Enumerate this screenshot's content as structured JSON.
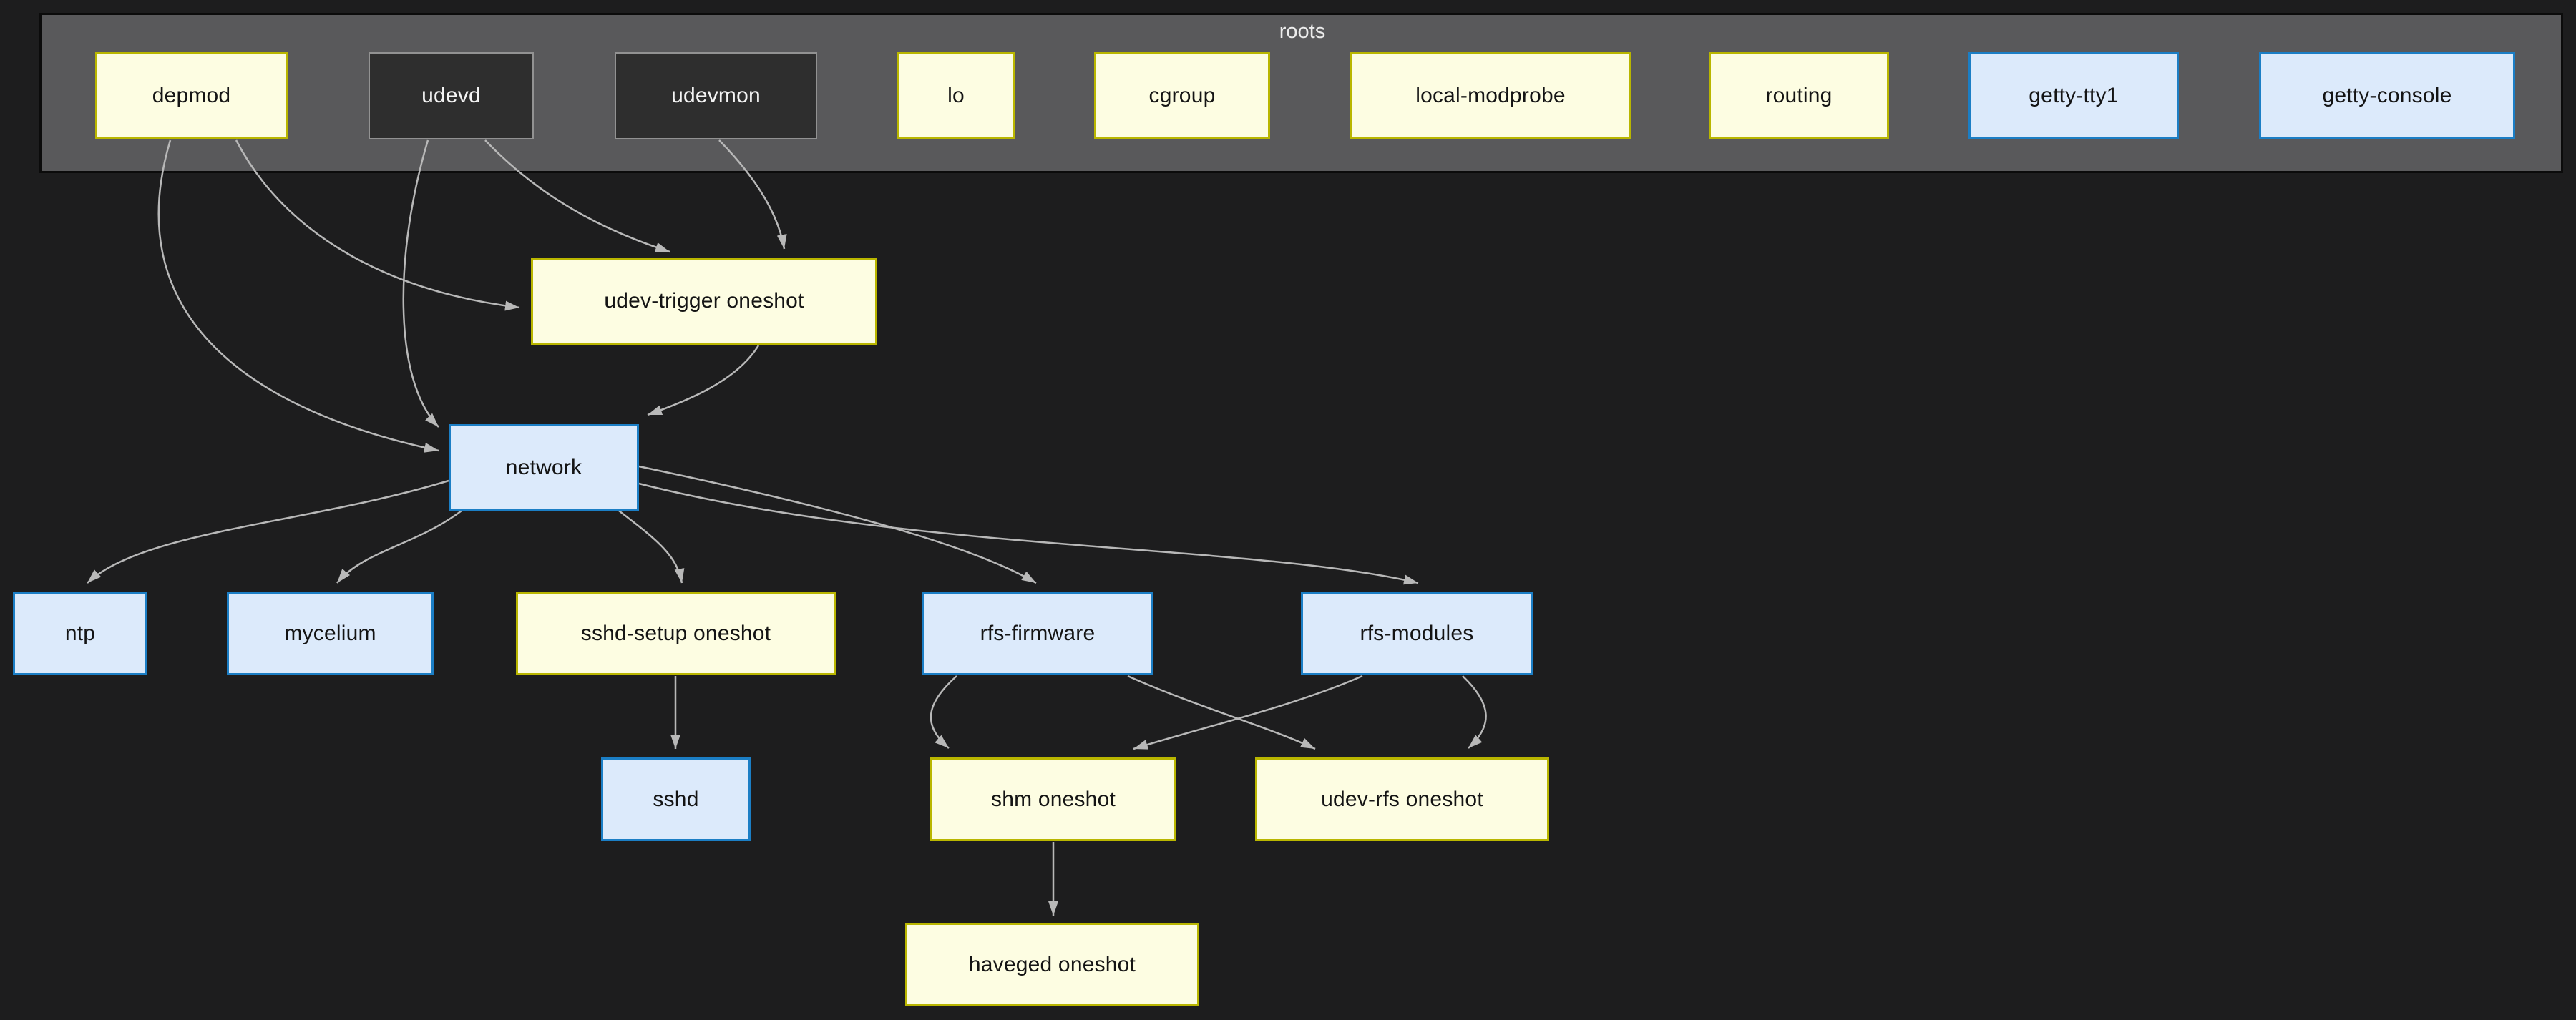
{
  "diagram": {
    "cluster": {
      "label": "roots"
    },
    "nodes": [
      {
        "id": "depmod",
        "label": "depmod",
        "style": "cream",
        "in_roots": true
      },
      {
        "id": "udevd",
        "label": "udevd",
        "style": "dark",
        "in_roots": true
      },
      {
        "id": "udevmon",
        "label": "udevmon",
        "style": "dark",
        "in_roots": true
      },
      {
        "id": "lo",
        "label": "lo",
        "style": "cream",
        "in_roots": true
      },
      {
        "id": "cgroup",
        "label": "cgroup",
        "style": "cream",
        "in_roots": true
      },
      {
        "id": "local-modprobe",
        "label": "local-modprobe",
        "style": "cream",
        "in_roots": true
      },
      {
        "id": "routing",
        "label": "routing",
        "style": "cream",
        "in_roots": true
      },
      {
        "id": "getty-tty1",
        "label": "getty-tty1",
        "style": "blue",
        "in_roots": true
      },
      {
        "id": "getty-console",
        "label": "getty-console",
        "style": "blue",
        "in_roots": true
      },
      {
        "id": "udev-trigger",
        "label": "udev-trigger oneshot",
        "style": "cream",
        "in_roots": false
      },
      {
        "id": "network",
        "label": "network",
        "style": "blue",
        "in_roots": false
      },
      {
        "id": "ntp",
        "label": "ntp",
        "style": "blue",
        "in_roots": false
      },
      {
        "id": "mycelium",
        "label": "mycelium",
        "style": "blue",
        "in_roots": false
      },
      {
        "id": "sshd-setup",
        "label": "sshd-setup oneshot",
        "style": "cream",
        "in_roots": false
      },
      {
        "id": "rfs-firmware",
        "label": "rfs-firmware",
        "style": "blue",
        "in_roots": false
      },
      {
        "id": "rfs-modules",
        "label": "rfs-modules",
        "style": "blue",
        "in_roots": false
      },
      {
        "id": "sshd",
        "label": "sshd",
        "style": "blue",
        "in_roots": false
      },
      {
        "id": "shm",
        "label": "shm oneshot",
        "style": "cream",
        "in_roots": false
      },
      {
        "id": "udev-rfs",
        "label": "udev-rfs oneshot",
        "style": "cream",
        "in_roots": false
      },
      {
        "id": "haveged",
        "label": "haveged oneshot",
        "style": "cream",
        "in_roots": false
      }
    ],
    "edges": [
      {
        "from": "depmod",
        "to": "udev-trigger"
      },
      {
        "from": "depmod",
        "to": "network"
      },
      {
        "from": "udevd",
        "to": "udev-trigger"
      },
      {
        "from": "udevd",
        "to": "network"
      },
      {
        "from": "udevmon",
        "to": "udev-trigger"
      },
      {
        "from": "udev-trigger",
        "to": "network"
      },
      {
        "from": "network",
        "to": "ntp"
      },
      {
        "from": "network",
        "to": "mycelium"
      },
      {
        "from": "network",
        "to": "sshd-setup"
      },
      {
        "from": "network",
        "to": "rfs-firmware"
      },
      {
        "from": "network",
        "to": "rfs-modules"
      },
      {
        "from": "sshd-setup",
        "to": "sshd"
      },
      {
        "from": "rfs-firmware",
        "to": "shm"
      },
      {
        "from": "rfs-firmware",
        "to": "udev-rfs"
      },
      {
        "from": "rfs-modules",
        "to": "shm"
      },
      {
        "from": "rfs-modules",
        "to": "udev-rfs"
      },
      {
        "from": "shm",
        "to": "haveged"
      }
    ],
    "colors": {
      "background": "#1d1d1e",
      "cluster_fill": "#59595b",
      "cluster_border": "#0b0b0b",
      "cluster_label_color": "#ececec",
      "cream_fill": "#fdfde2",
      "cream_border": "#b9b600",
      "blue_fill": "#dceafb",
      "blue_border": "#1b7ec5",
      "dark_fill": "#2e2e2e",
      "dark_border": "#929292",
      "edge_color": "#b8b8b8",
      "text_dark": "#141414",
      "text_light": "#f5f5f5"
    }
  }
}
